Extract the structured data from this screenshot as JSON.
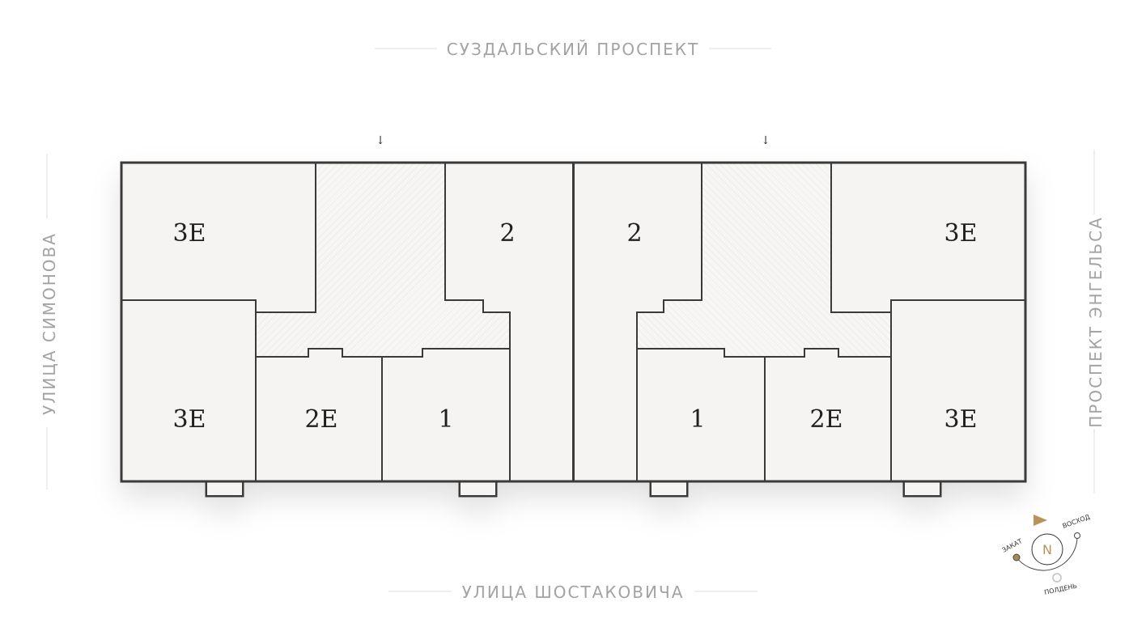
{
  "streets": {
    "top": "СУЗДАЛЬСКИЙ ПРОСПЕКТ",
    "bottom": "УЛИЦА ШОСТАКОВИЧА",
    "left": "УЛИЦА СИМОНОВА",
    "right": "ПРОСПЕКТ ЭНГЕЛЬСА"
  },
  "entrance_arrow": "↓",
  "units": {
    "left_top_3e": "3Е",
    "left_bottom_3e": "3Е",
    "left_2e": "2Е",
    "left_1": "1",
    "left_2": "2",
    "right_2": "2",
    "right_top_3e": "3Е",
    "right_bottom_3e": "3Е",
    "right_2e": "2Е",
    "right_1": "1"
  },
  "compass": {
    "north": "N",
    "sunset": "ЗАКАТ",
    "sunrise": "ВОСХОД",
    "noon": "ПОЛДЕНЬ",
    "accent": "#b8935a"
  }
}
